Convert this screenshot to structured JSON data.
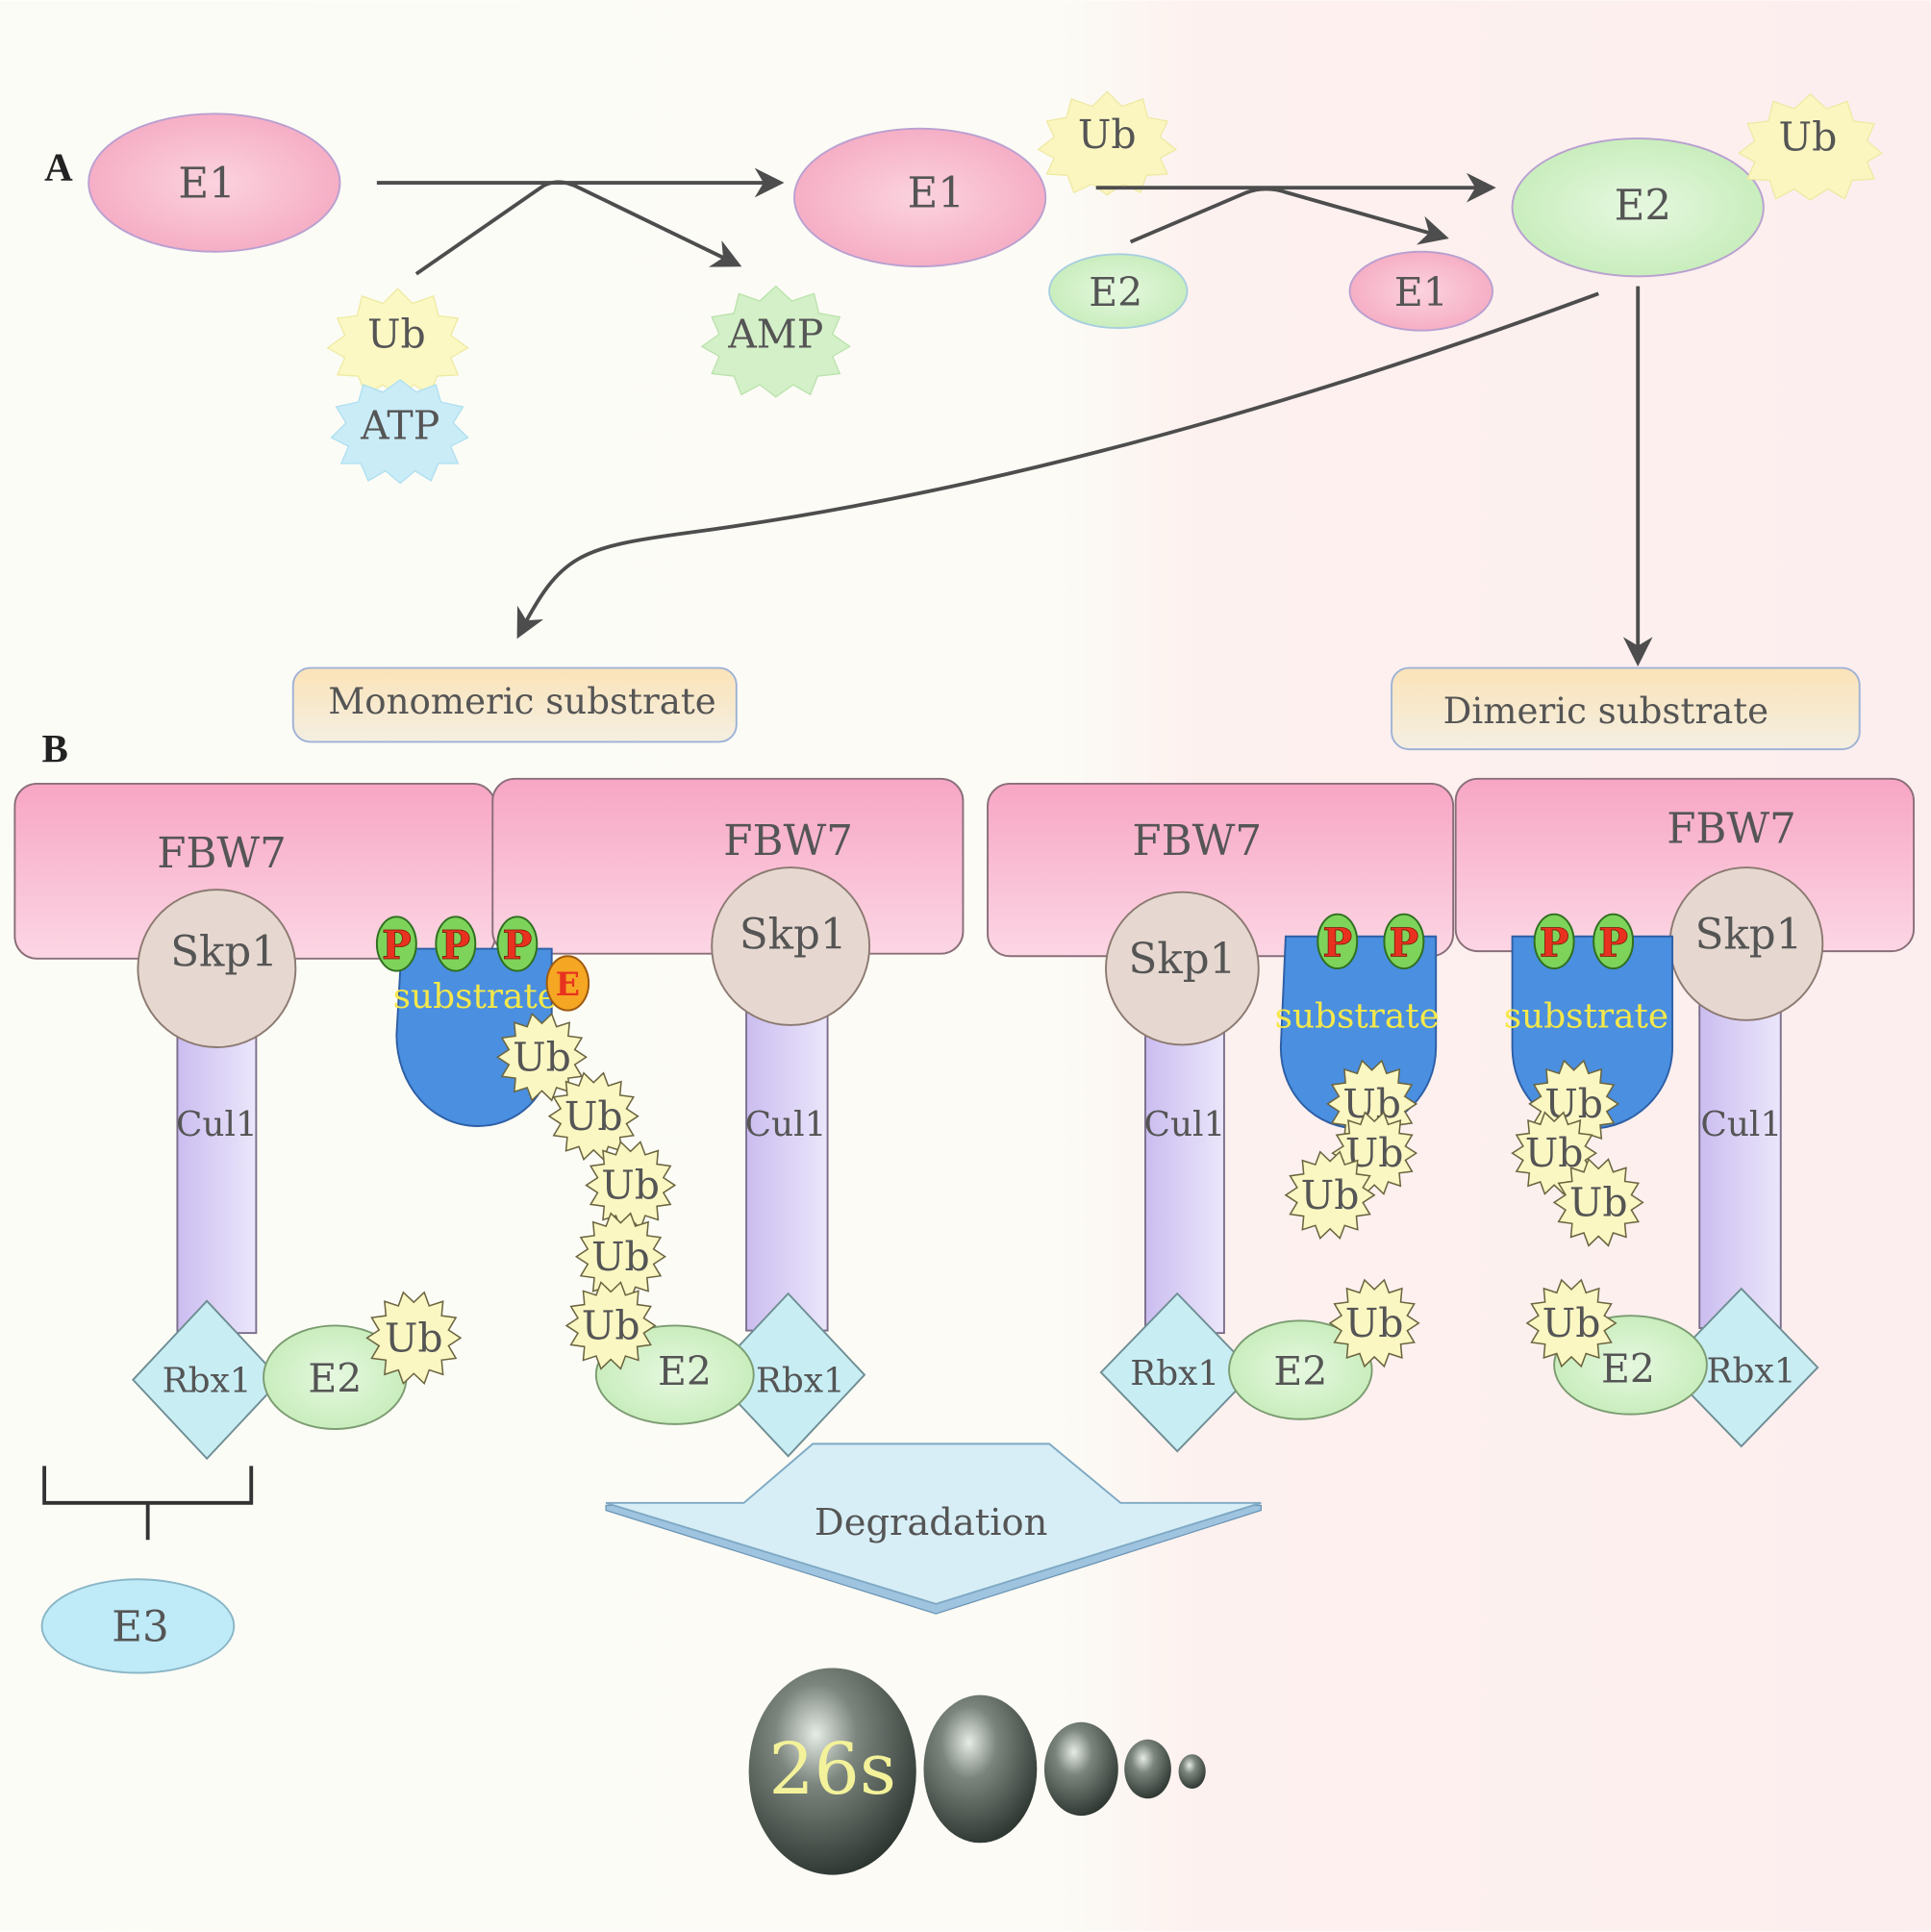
{
  "panels": {
    "a": "A",
    "b": "B"
  },
  "pathway": {
    "e1_free": "E1",
    "ub_in": "Ub",
    "atp": "ATP",
    "amp": "AMP",
    "e1_charged": "E1",
    "ub_on_e1": "Ub",
    "e2_in": "E2",
    "e1_out": "E1",
    "e2_charged": "E2",
    "ub_on_e2": "Ub"
  },
  "substrates": {
    "monomeric": "Monomeric substrate",
    "dimeric": "Dimeric substrate"
  },
  "complex": {
    "fbw7": "FBW7",
    "skp1": "Skp1",
    "cul1": "Cul1",
    "rbx1": "Rbx1",
    "e2": "E2",
    "ub": "Ub",
    "substrate": "substrate",
    "phospho": "P",
    "e_mark": "E"
  },
  "e3": "E3",
  "degradation": "Degradation",
  "proteasome": "26s",
  "colors": {
    "e1": "#f6b6cb",
    "e2": "#cdeec3",
    "ub": "#fbf7c2",
    "atp": "#c9ecf7",
    "amp": "#d4f0c8",
    "fbw7": "#f9b7d0",
    "skp1": "#e6d7cf",
    "cul1": "#d6cdf0",
    "rbx1": "#c8eef4",
    "substrate": "#4a90e0",
    "substrate_text": "#f5e84a",
    "phospho_text": "#e8321f",
    "e3": "#bfeaf8",
    "degradation": "#d7eef6"
  }
}
